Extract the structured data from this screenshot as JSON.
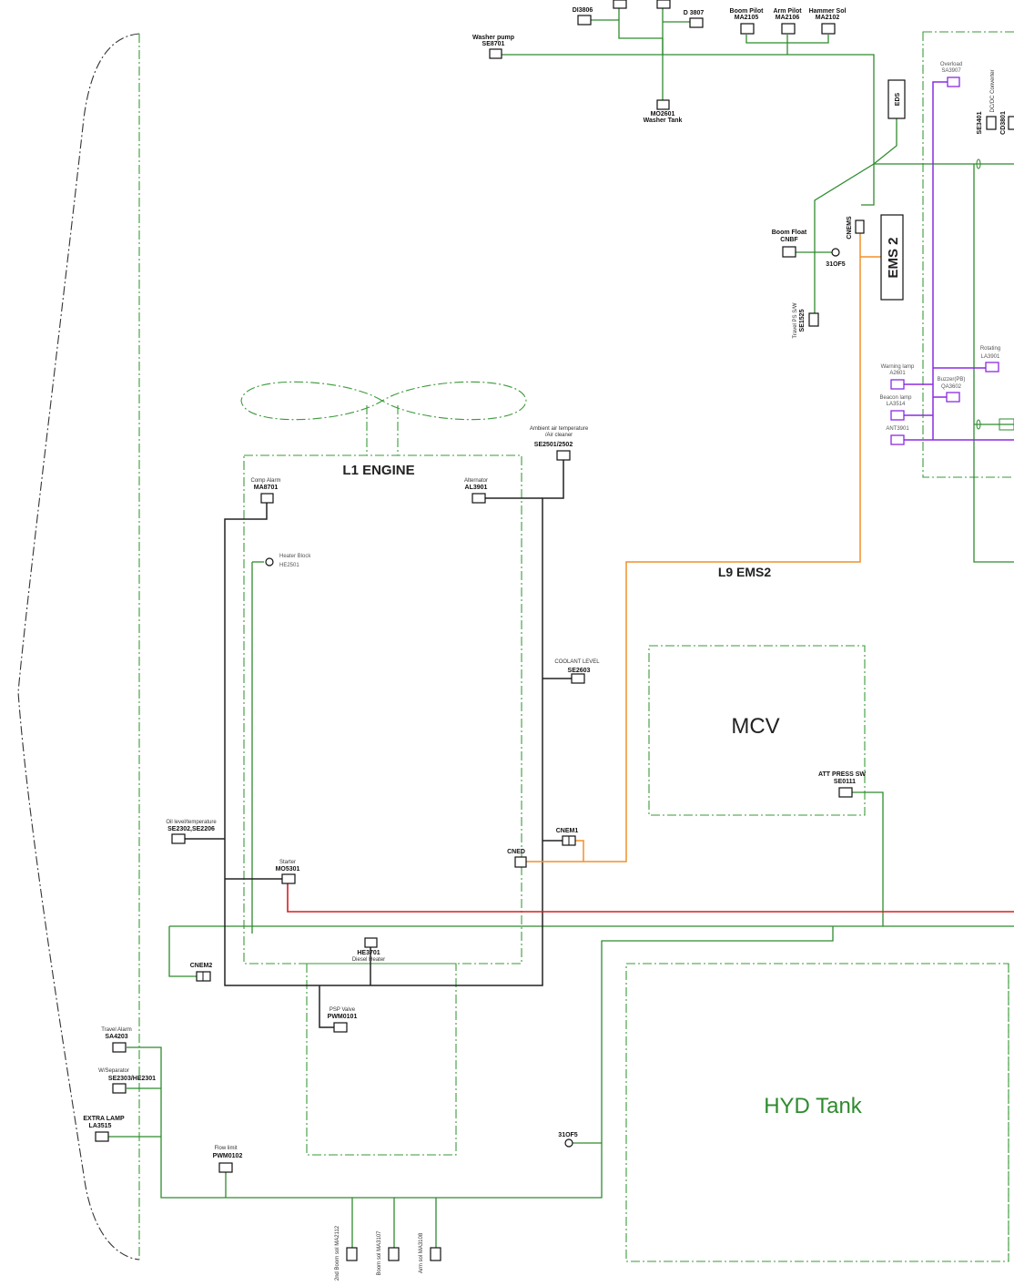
{
  "labels": {
    "engine_title": "L1 ENGINE",
    "ems2_box": "EMS 2",
    "l9_ems2": "L9 EMS2",
    "mcv": "MCV",
    "hyd_tank": "HYD Tank",
    "eds": "EDS"
  },
  "top": {
    "di3806": "DI3806",
    "d3807": "D 3807",
    "boom_pilot_1": "Boom Pilot",
    "boom_pilot_2": "MA2105",
    "arm_pilot_1": "Arm Pilot",
    "arm_pilot_2": "MA2106",
    "hammer_1": "Hammer Sol",
    "hammer_2": "MA2102",
    "washer_1": "Washer pump",
    "washer_2": "SE8701",
    "mo2601_1": "MO2601",
    "mo2601_2": "Washer Tank",
    "boom_float_1": "Boom Float",
    "boom_float_2": "CNBF",
    "si_1": "31OF5",
    "travel_1": "Travel PS S/W",
    "travel_2": "SE1525",
    "cnems": "CNEMS"
  },
  "engine": {
    "ambient_1": "Ambient air temperature",
    "ambient_2": "/Air cleaner",
    "ambient_3": "SE2501/2502",
    "comp_1": "Comp Alarm",
    "comp_2": "MA8701",
    "alt_1": "Alternator",
    "alt_2": "AL3901",
    "heater_1": "Heater Block",
    "heater_2": "HE2501",
    "coolant_1": "COOLANT LEVEL",
    "coolant_2": "SE2603",
    "oil_1": "Oil level/temperature",
    "oil_2": "SE2302,SE2206",
    "starter_1": "Starter",
    "starter_2": "MO5301",
    "cnem1": "CNEM1",
    "cned": "CNED",
    "he3701_1": "HE3701",
    "he3701_2": "Diesel Heater",
    "cnem2": "CNEM2",
    "pwm_1": "PSP Valve",
    "pwm_2": "PWM0101"
  },
  "left": {
    "travel_alarm_1": "Travel Alarm",
    "travel_alarm_2": "SA4203",
    "wsep_1": "W/Separator",
    "wsep_2": "SE2303/HE2301",
    "extra_1": "EXTRA LAMP",
    "extra_2": "LA3515",
    "flow_1": "Flow limit",
    "flow_2": "PWM0102",
    "b1": "2nd Boom sol MA2112",
    "b2": "Boom sol MA3107",
    "b3": "Arm sol MA3108",
    "s31": "31OF5"
  },
  "mcv": {
    "att_1": "ATT PRESS SW",
    "att_2": "SE0111"
  },
  "right": {
    "r1_1": "Overload",
    "r1_2": "SA3907",
    "r2_1": "SE3401",
    "r2_2": "DC/DC Converter",
    "r2_3": "CD3801",
    "r3_1": "Rotating",
    "r3_2": "LA3901",
    "r4_1": "Warning lamp",
    "r4_2": "A2601",
    "r5_1": "Buzzer(PB)",
    "r5_2": "QA3602",
    "r6_1": "Beacon lamp",
    "r6_2": "LA3514",
    "r7": "ANT3901"
  },
  "colors": {
    "green": "#2e8b2e",
    "black": "#222222",
    "orange": "#f0902a",
    "red": "#d42020",
    "purple": "#8a2be2"
  }
}
